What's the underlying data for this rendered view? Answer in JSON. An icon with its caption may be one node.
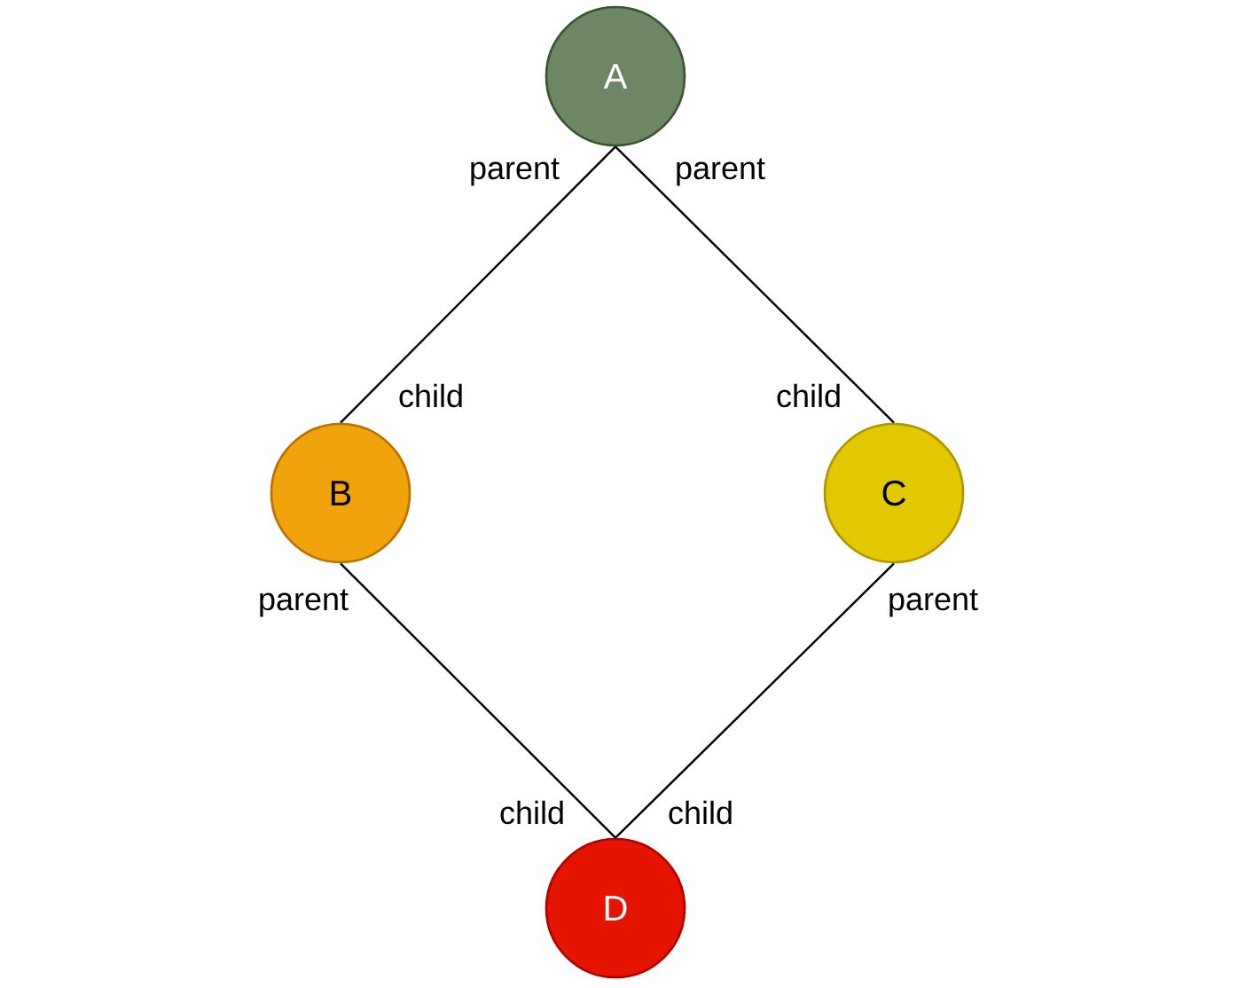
{
  "diagram": {
    "nodes": [
      {
        "text": [
          "A"
        ]
      },
      {
        "text": [
          "B"
        ]
      },
      {
        "text": [
          "C"
        ]
      },
      {
        "text": [
          "D"
        ]
      }
    ],
    "edges": [
      {
        "from": 0,
        "to": 1,
        "arrow": "none"
      },
      {
        "from": 0,
        "to": 2,
        "arrow": "none"
      },
      {
        "from": 1,
        "to": 3,
        "arrow": "none"
      },
      {
        "from": 2,
        "to": 3,
        "arrow": "none"
      }
    ],
    "labels": [
      "parent",
      "parent",
      "child",
      "child",
      "parent",
      "parent",
      "child",
      "child"
    ]
  }
}
